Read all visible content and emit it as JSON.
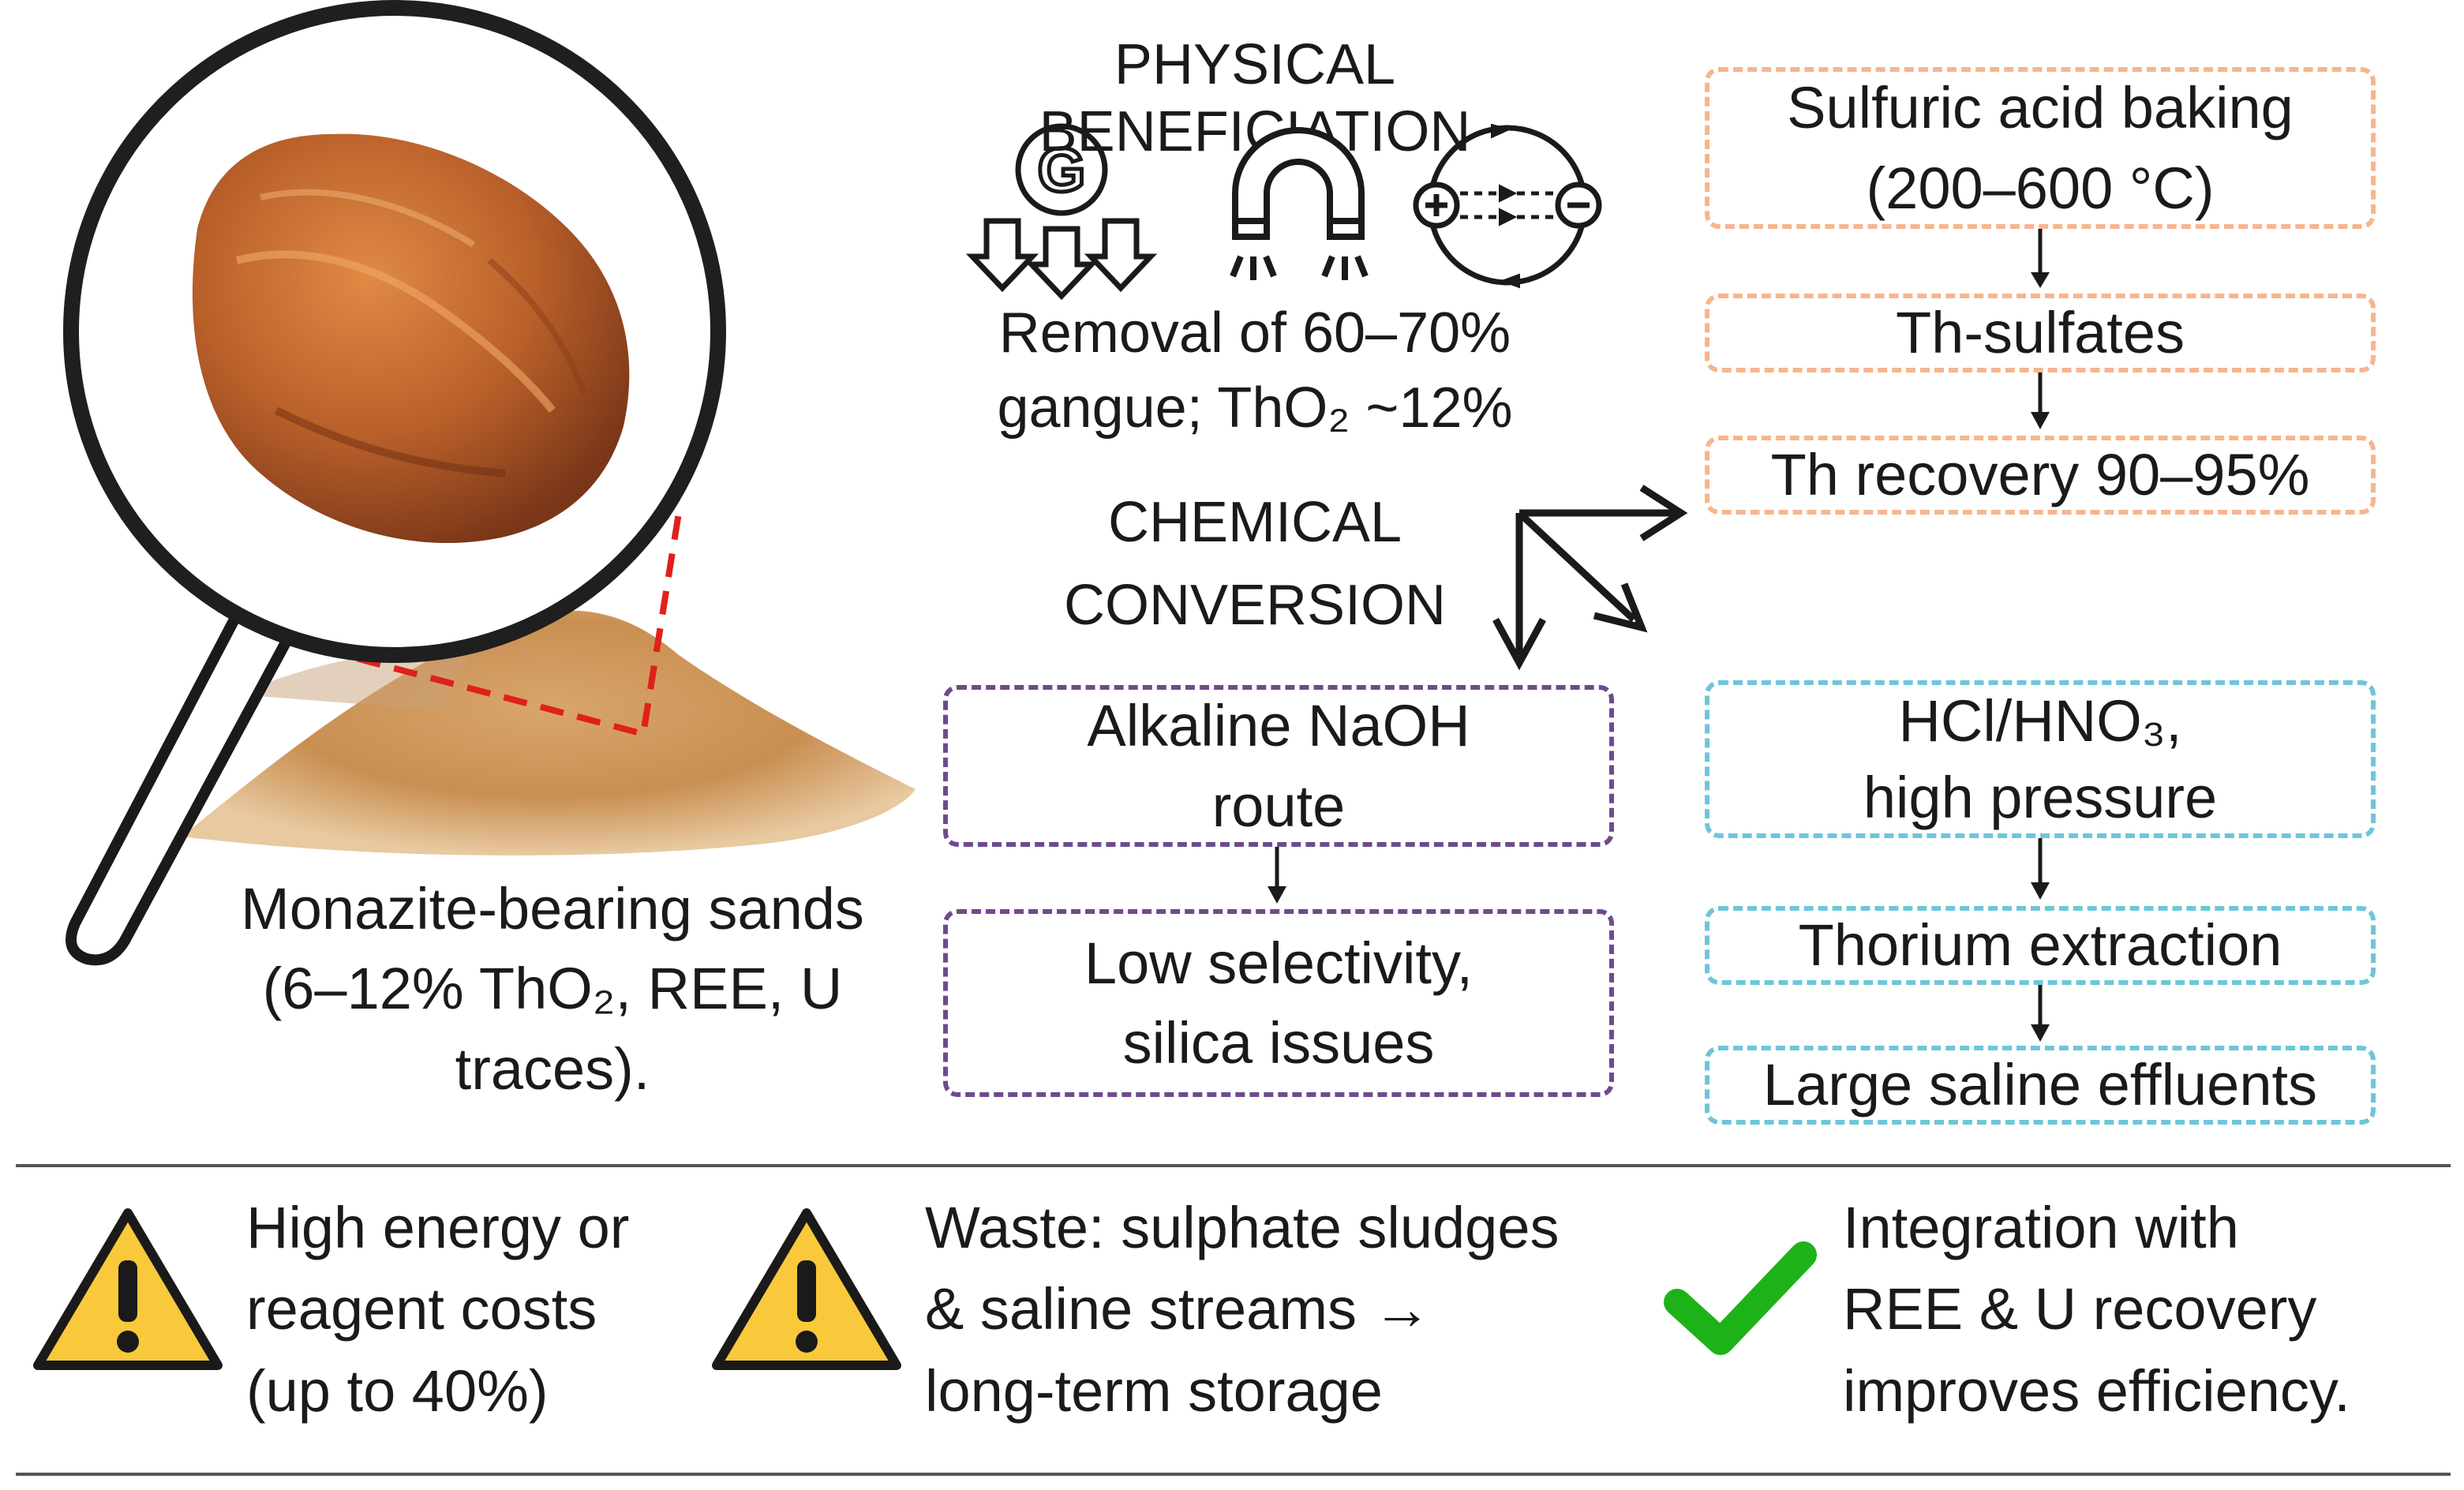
{
  "left": {
    "caption_line1": "Monazite-bearing sands",
    "caption_line2": "(6–12% ThO₂, REE, U",
    "caption_line3": "traces)."
  },
  "physical": {
    "title": "PHYSICAL BENEFICIATION",
    "gravity_icon_letter": "G",
    "icons": [
      "gravity-separation-icon",
      "magnet-icon",
      "electrostatic-separation-icon"
    ],
    "result_line1": "Removal of 60–70%",
    "result_line2": "gangue; ThO₂ ~12%"
  },
  "chemical": {
    "title_line1": "CHEMICAL",
    "title_line2": "CONVERSION"
  },
  "sulfuric_route": {
    "step1_line1": "Sulfuric acid baking",
    "step1_line2": "(200–600 °C)",
    "step2": "Th-sulfates",
    "step3": "Th recovery 90–95%",
    "color": "#f7b58c"
  },
  "alkaline_route": {
    "step1_line1": "Alkaline NaOH",
    "step1_line2": "route",
    "step2_line1": "Low selectivity,",
    "step2_line2": "silica issues",
    "color": "#6f4a8e"
  },
  "acid_route": {
    "step1_line1": "HCl/HNO₃,",
    "step1_line2": "high pressure",
    "step2": "Thorium extraction",
    "step3": "Large saline effluents",
    "color": "#6ec6d8"
  },
  "bottom": {
    "item1": {
      "icon": "warning-icon",
      "line1": "High energy or",
      "line2": "reagent costs",
      "line3": "(up to 40%)"
    },
    "item2": {
      "icon": "warning-icon",
      "line1": "Waste: sulphate sludges",
      "line2": "& saline streams →",
      "line3": "long-term storage"
    },
    "item3": {
      "icon": "check-icon",
      "line1": "Integration with",
      "line2": "REE & U recovery",
      "line3": "improves efficiency."
    },
    "warning_color": "#f9c93b",
    "check_color": "#1db318"
  }
}
